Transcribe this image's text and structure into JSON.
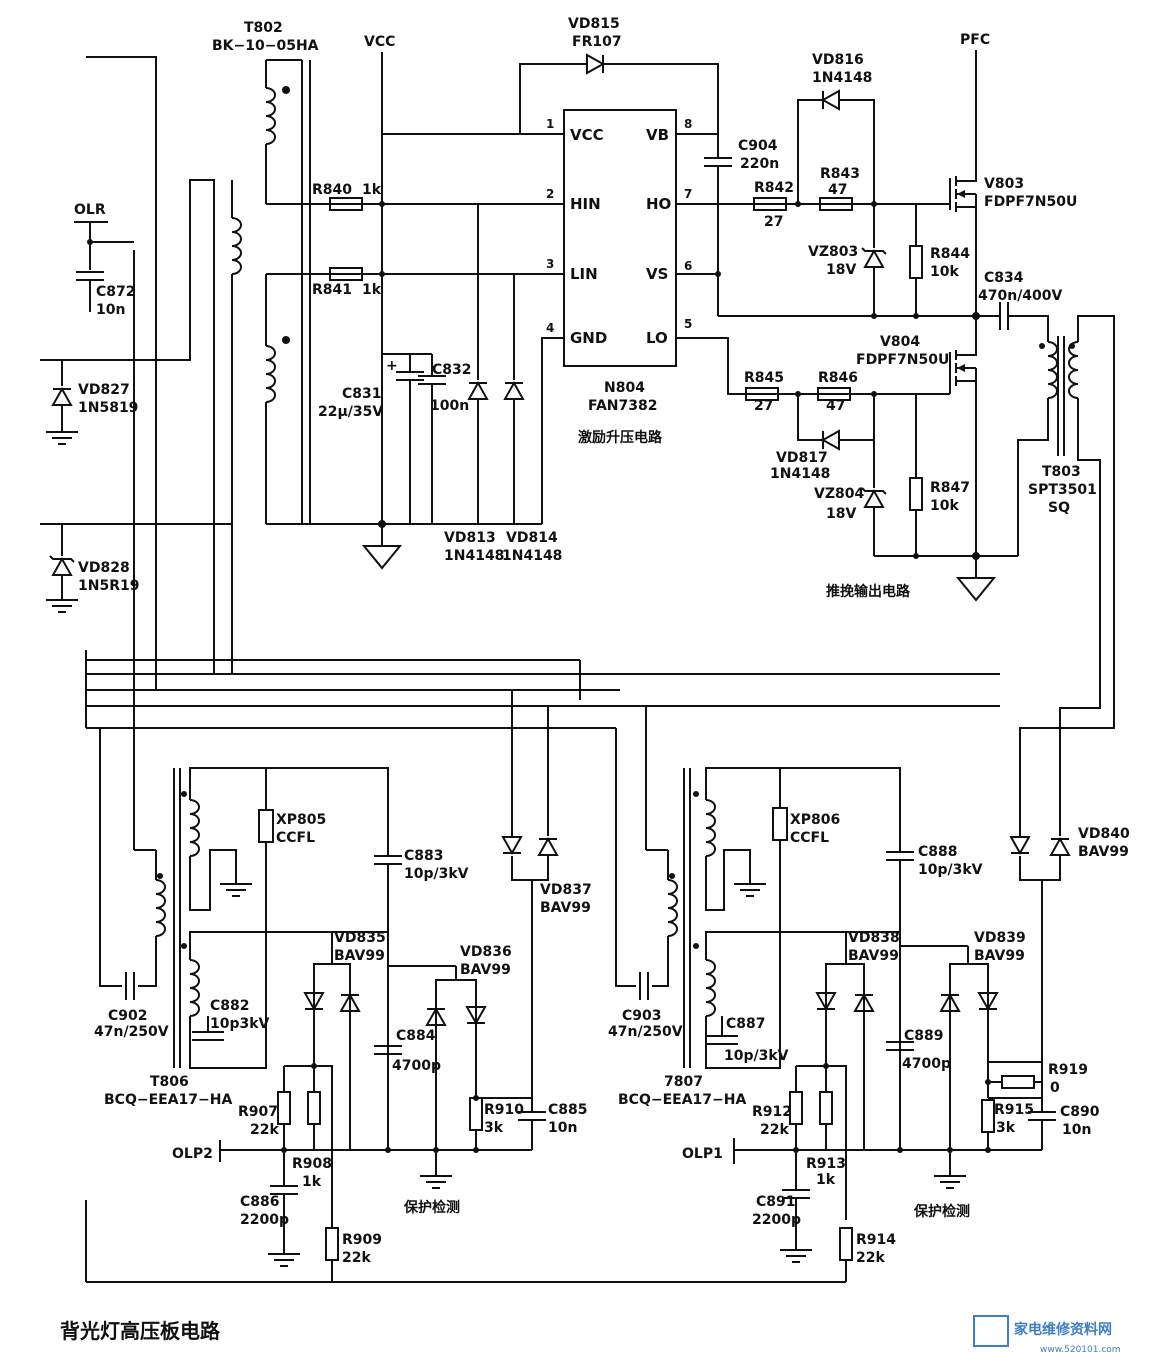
{
  "labels": {
    "T802_ref": "T802",
    "T802_part": "BK−10−05HA",
    "VCC": "VCC",
    "PFC": "PFC",
    "OLR": "OLR",
    "VD815_ref": "VD815",
    "VD815_part": "FR107",
    "VD816_ref": "VD816",
    "VD816_part": "1N4148",
    "C904_ref": "C904",
    "C904_val": "220n",
    "R840": "R840",
    "R840_val": "1k",
    "R841": "R841",
    "R841_val": "1k",
    "R842": "R842",
    "R842_val": "27",
    "R843": "R843",
    "R843_val": "47",
    "VZ803_ref": "VZ803",
    "VZ803_val": "18V",
    "R844": "R844",
    "R844_val": "10k",
    "V803_ref": "V803",
    "V803_part": "FDPF7N50U",
    "C834_ref": "C834",
    "C834_val": "470n/400V",
    "V804_ref": "V804",
    "V804_part": "FDPF7N50U",
    "R845": "R845",
    "R845_val": "27",
    "R846": "R846",
    "R846_val": "47",
    "VD817_ref": "VD817",
    "VD817_part": "1N4148",
    "VZ804_ref": "VZ804",
    "VZ804_val": "18V",
    "R847": "R847",
    "R847_val": "10k",
    "T803_ref": "T803",
    "T803_part1": "SPT3501",
    "T803_part2": "SQ",
    "C872_ref": "C872",
    "C872_val": "10n",
    "VD827_ref": "VD827",
    "VD827_part": "1N5819",
    "VD828_ref": "VD828",
    "VD828_part": "1N5R19",
    "C831_ref": "C831",
    "C831_val": "22μ/35V",
    "C832_ref": "C832",
    "C832_val": "100n",
    "VD813_ref": "VD813",
    "VD813_part": "1N4148",
    "VD814_ref": "VD814",
    "VD814_part": "1N4148",
    "N804_ref": "N804",
    "N804_part": "FAN7382",
    "pin_VCC": "VCC",
    "pin_HIN": "HIN",
    "pin_LIN": "LIN",
    "pin_GND": "GND",
    "pin_VB": "VB",
    "pin_HO": "HO",
    "pin_VS": "VS",
    "pin_LO": "LO",
    "pin1": "1",
    "pin2": "2",
    "pin3": "3",
    "pin4": "4",
    "pin5": "5",
    "pin6": "6",
    "pin7": "7",
    "pin8": "8",
    "block_driver": "激励升压电路",
    "block_pushpull": "推挽输出电路",
    "XP805_ref": "XP805",
    "XP805_part": "CCFL",
    "C883_ref": "C883",
    "C883_val": "10p/3kV",
    "VD837_ref": "VD837",
    "VD837_part": "BAV99",
    "VD835_ref": "VD835",
    "VD835_part": "BAV99",
    "VD836_ref": "VD836",
    "VD836_part": "BAV99",
    "C882_ref": "C882",
    "C882_val": "10p3kV",
    "C902_ref": "C902",
    "C902_val": "47n/250V",
    "C884_ref": "C884",
    "C884_val": "4700p",
    "T806_ref": "T806",
    "T806_part": "BCQ−EEA17−HA",
    "R907": "R907",
    "R907_val": "22k",
    "R908": "R908",
    "R908_val": "1k",
    "R910": "R910",
    "R910_val": "3k",
    "C885_ref": "C885",
    "C885_val": "10n",
    "OLP2": "OLP2",
    "C886_ref": "C886",
    "C886_val": "2200p",
    "R909": "R909",
    "R909_val": "22k",
    "protect_left": "保护检测",
    "XP806_ref": "XP806",
    "XP806_part": "CCFL",
    "C888_ref": "C888",
    "C888_val": "10p/3kV",
    "VD840_ref": "VD840",
    "VD840_part": "BAV99",
    "VD838_ref": "VD838",
    "VD838_part": "BAV99",
    "VD839_ref": "VD839",
    "VD839_part": "BAV99",
    "C903_ref": "C903",
    "C903_val": "47n/250V",
    "C887_ref": "C887",
    "C887_val": "10p/3kV",
    "C889_ref": "C889",
    "C889_val": "4700p",
    "R919": "R919",
    "R919_val": "0",
    "T807_ref": "7807",
    "T807_part": "BCQ−EEA17−HA",
    "R912": "R912",
    "R912_val": "22k",
    "R913": "R913",
    "R913_val": "1k",
    "R915": "R915",
    "R915_val": "3k",
    "C890_ref": "C890",
    "C890_val": "10n",
    "OLP1": "OLP1",
    "C891_ref": "C891",
    "C891_val": "2200p",
    "R914": "R914",
    "R914_val": "22k",
    "protect_right": "保护检测"
  },
  "caption": "背光灯高压板电路",
  "watermark": {
    "text": "家电维修资料网",
    "url": "www.520101.com"
  },
  "colors": {
    "ink": "#111111",
    "watermark": "#3d7fc3",
    "background": "#ffffff"
  }
}
